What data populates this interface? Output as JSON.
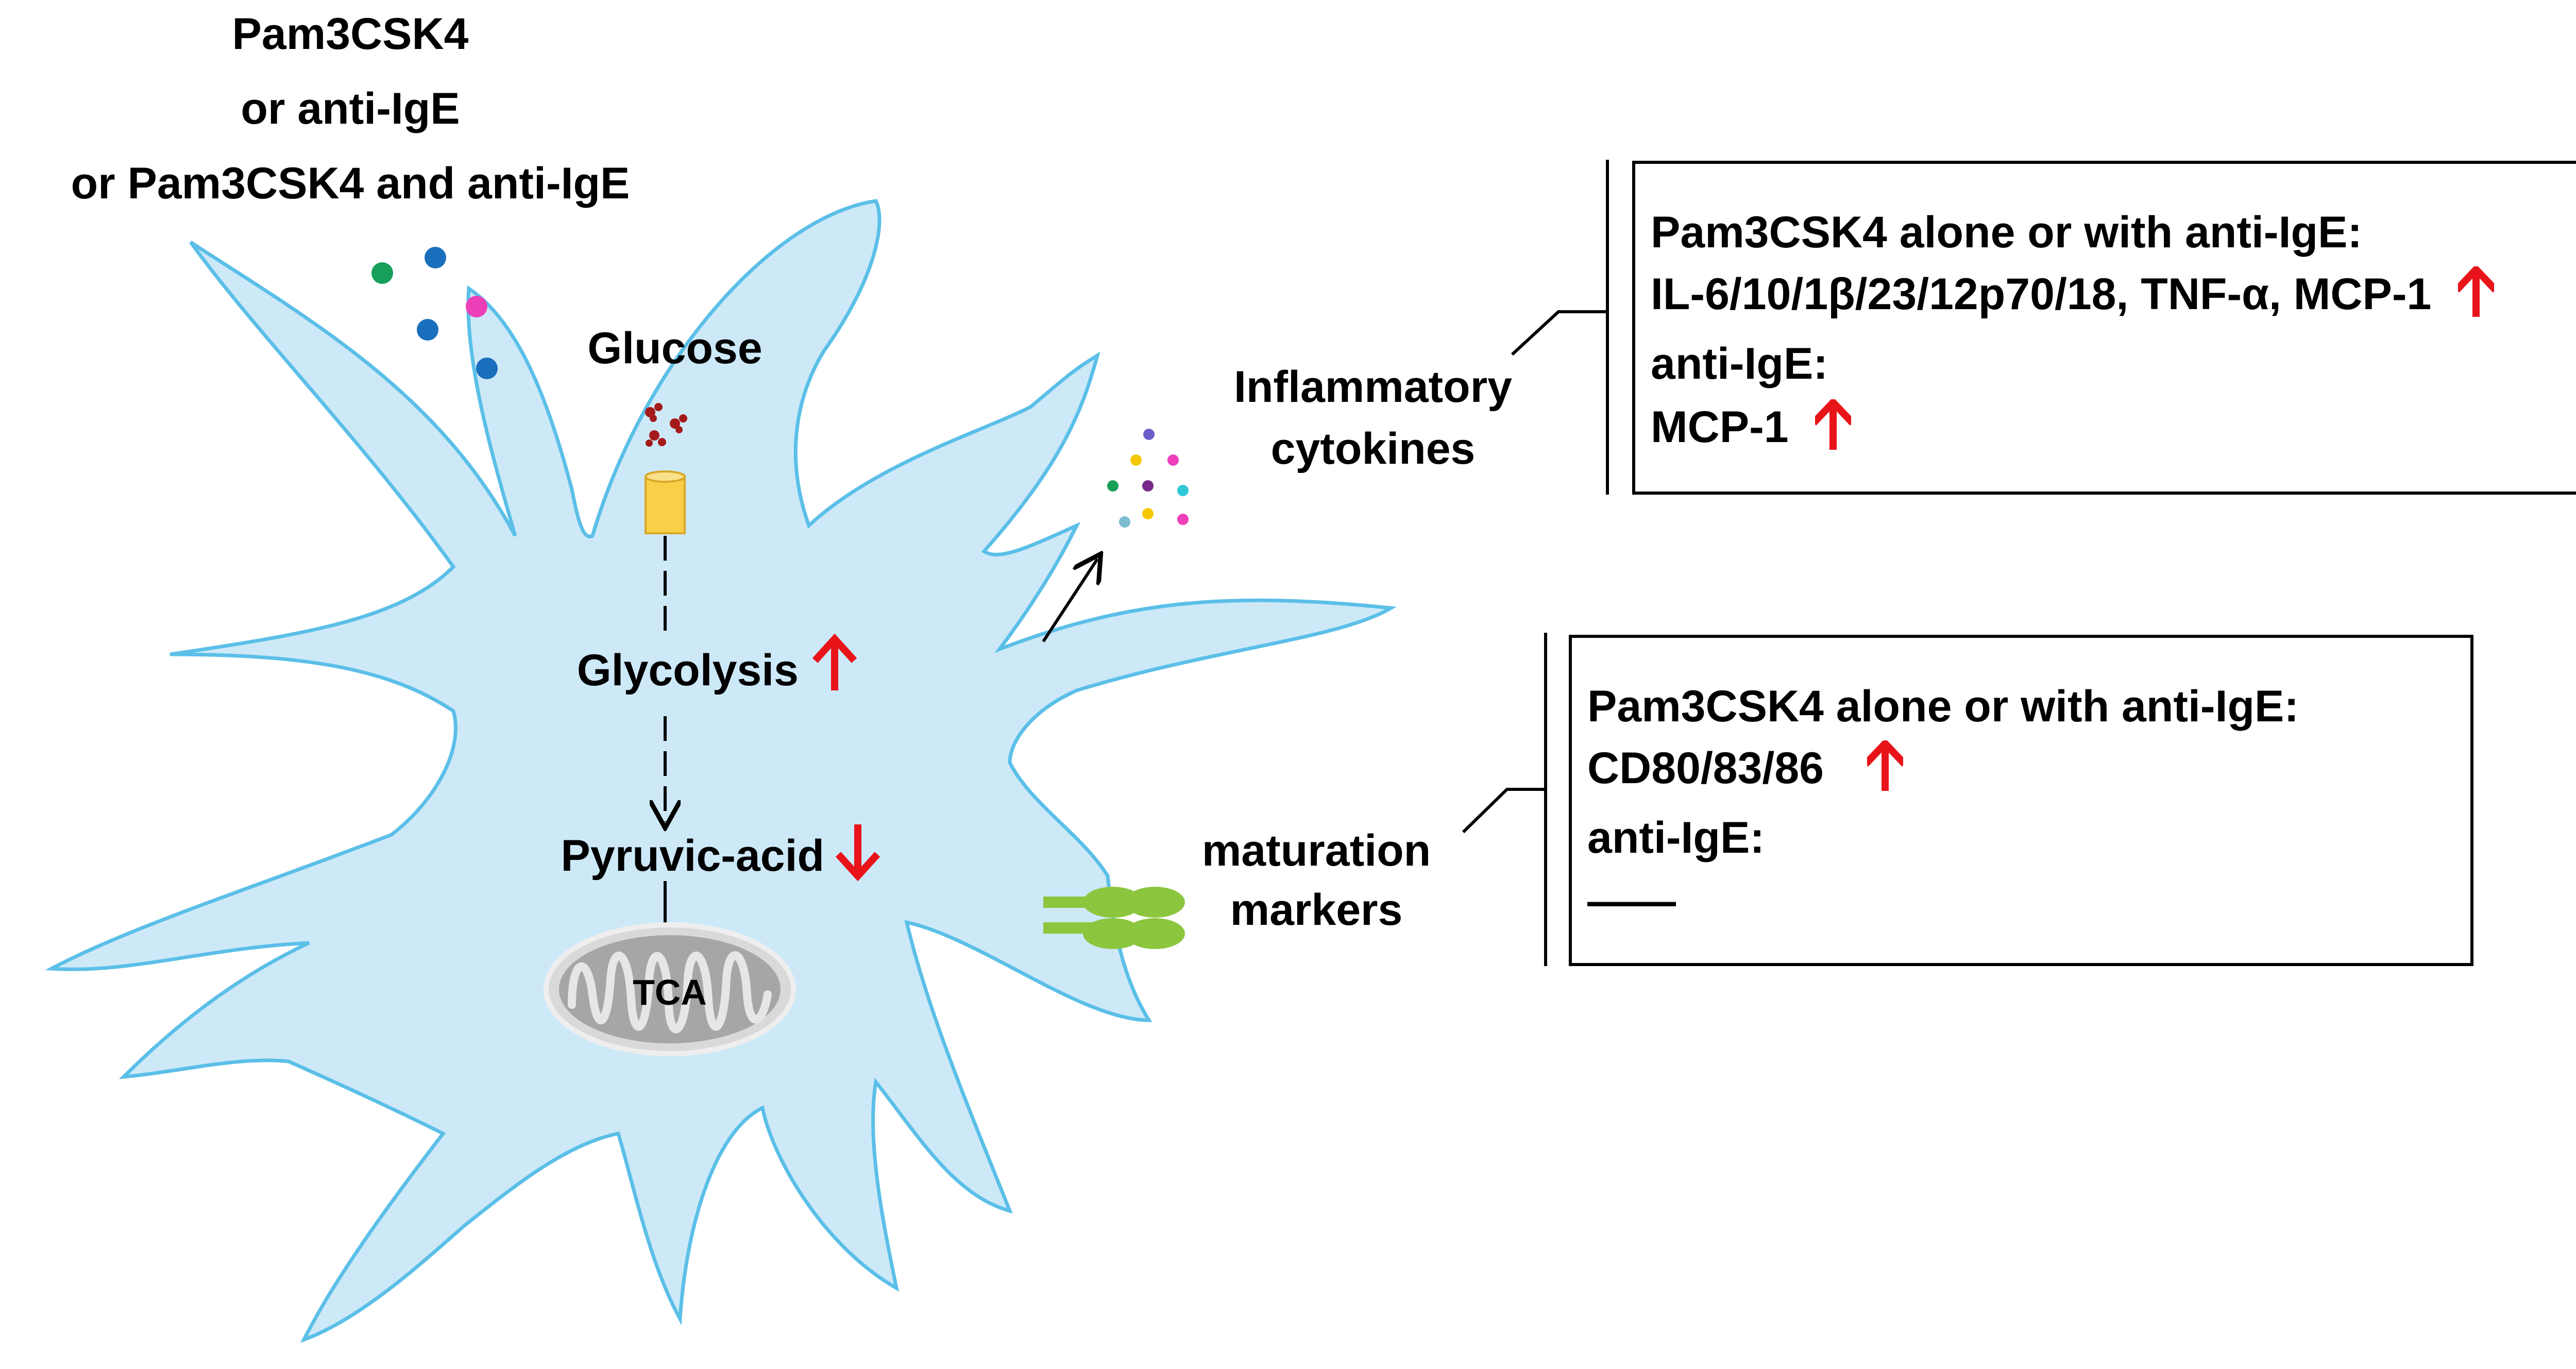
{
  "stimulus": {
    "line1": "Pam3CSK4",
    "line2": "or anti-IgE",
    "line3": "or Pam3CSK4 and anti-IgE"
  },
  "cell": {
    "glucose_label": "Glucose",
    "glycolysis_label": "Glycolysis",
    "glycolysis_change": "up",
    "pyruvic_label": "Pyruvic-acid",
    "pyruvic_change": "down",
    "tca_label": "TCA"
  },
  "cytokines": {
    "label_line1": "Inflammatory",
    "label_line2": "cytokines"
  },
  "maturation": {
    "label_line1": "maturation",
    "label_line2": "markers"
  },
  "cytokine_box": {
    "line1": "Pam3CSK4 alone or with anti-IgE:",
    "line2": "IL-6/10/1β/23/12p70/18, TNF-α, MCP-1",
    "line3": "anti-IgE:",
    "line4": "MCP-1"
  },
  "marker_box": {
    "line1": "Pam3CSK4 alone or with anti-IgE:",
    "line2": "CD80/83/86",
    "line3": "anti-IgE:",
    "line4": "——"
  },
  "colors": {
    "cell_fill": "#cde9f8",
    "cell_stroke": "#5bbfe8",
    "arrow_red": "#e8141a",
    "transporter": "#f9cf47",
    "glucose_dots": "#a51a1a",
    "mitochondria": "#a6a6a6",
    "receptor": "#8cc63f"
  }
}
